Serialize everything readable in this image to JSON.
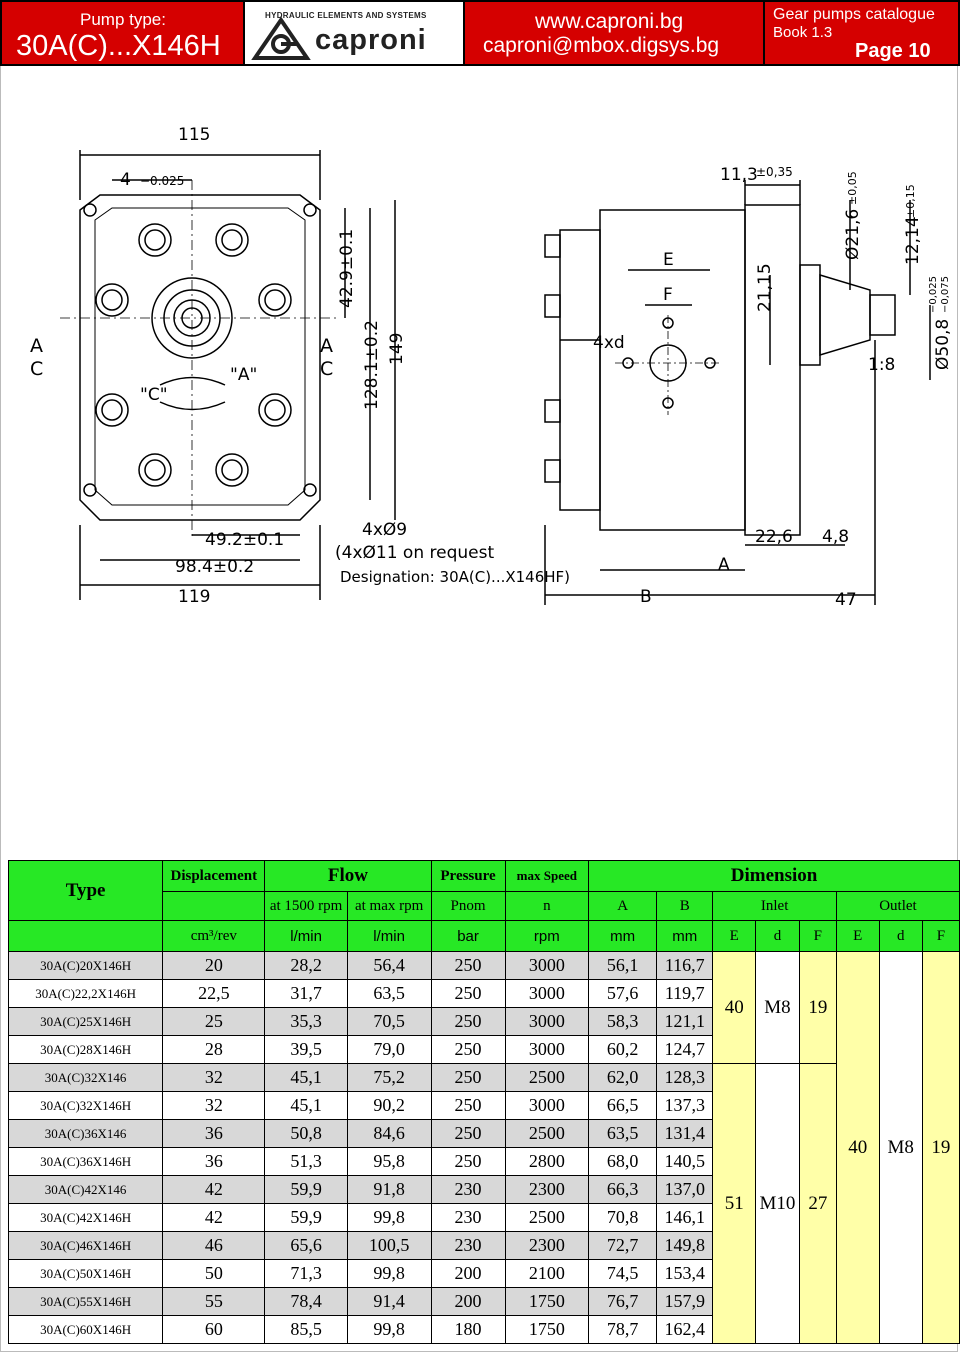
{
  "header": {
    "pump_type_label": "Pump type:",
    "pump_type": "30A(C)...X146H",
    "brand_tagline": "HYDRAULIC ELEMENTS AND SYSTEMS",
    "brand": "caproni",
    "website": "www.caproni.bg",
    "email": "caproni@mbox.digsys.bg",
    "catalogue": "Gear pumps catalogue",
    "book": "Book 1.3",
    "page": "Page 10"
  },
  "drawing": {
    "front_dims": {
      "top_width": "115",
      "top_offset": "4",
      "top_offset_tol": "−0.025",
      "h1": "42.9±0.1",
      "h2": "128.1±0.2",
      "h3": "149",
      "w1": "49.2±0.1",
      "w2": "98.4±0.2",
      "w3": "119",
      "holes": "4xØ9",
      "holes_note": "(4xØ11 on request",
      "designation": "Designation: 30A(C)...X146HF)",
      "rot_c": "\"C\"",
      "rot_a": "\"A\"",
      "port_a": "A",
      "port_c": "C"
    },
    "side_dims": {
      "d1": "11,3",
      "d1_tol": "±0,35",
      "d2": "Ø21,6",
      "d2_tol": "±0,05",
      "d3": "12,14",
      "d3_tol": "±0,15",
      "d4": "Ø50,8",
      "d4_tol_up": "−0,025",
      "d4_tol_dn": "−0,075",
      "d5": "21,15",
      "taper": "1:8",
      "e": "E",
      "f": "F",
      "xd": "4xd",
      "a": "A",
      "b": "B",
      "w226": "22,6",
      "w48": "4,8",
      "w47": "47"
    }
  },
  "table": {
    "h": {
      "type": "Type",
      "displacement": "Displacement",
      "flow": "Flow",
      "pressure": "Pressure",
      "max_speed": "max Speed",
      "dimension": "Dimension",
      "at_1500": "at 1500 rpm",
      "at_max": "at max rpm",
      "p_nom": "Pnom",
      "n": "n",
      "a": "A",
      "b": "B",
      "inlet": "Inlet",
      "outlet": "Outlet",
      "u_disp": "cm³/rev",
      "u_flow1": "l/min",
      "u_flow2": "l/min",
      "u_bar": "bar",
      "u_rpm": "rpm",
      "u_mm1": "mm",
      "u_mm2": "mm",
      "e1": "E",
      "d1": "d",
      "f1": "F",
      "e2": "E",
      "d2": "d",
      "f2": "F"
    },
    "rows": [
      {
        "type": "30A(C)20X146H",
        "disp": "20",
        "q1": "28,2",
        "q2": "56,4",
        "p": "250",
        "n": "3000",
        "a": "56,1",
        "b": "116,7"
      },
      {
        "type": "30A(C)22,2X146H",
        "disp": "22,5",
        "q1": "31,7",
        "q2": "63,5",
        "p": "250",
        "n": "3000",
        "a": "57,6",
        "b": "119,7"
      },
      {
        "type": "30A(C)25X146H",
        "disp": "25",
        "q1": "35,3",
        "q2": "70,5",
        "p": "250",
        "n": "3000",
        "a": "58,3",
        "b": "121,1"
      },
      {
        "type": "30A(C)28X146H",
        "disp": "28",
        "q1": "39,5",
        "q2": "79,0",
        "p": "250",
        "n": "3000",
        "a": "60,2",
        "b": "124,7"
      },
      {
        "type": "30A(C)32X146",
        "disp": "32",
        "q1": "45,1",
        "q2": "75,2",
        "p": "250",
        "n": "2500",
        "a": "62,0",
        "b": "128,3"
      },
      {
        "type": "30A(C)32X146H",
        "disp": "32",
        "q1": "45,1",
        "q2": "90,2",
        "p": "250",
        "n": "3000",
        "a": "66,5",
        "b": "137,3"
      },
      {
        "type": "30A(C)36X146",
        "disp": "36",
        "q1": "50,8",
        "q2": "84,6",
        "p": "250",
        "n": "2500",
        "a": "63,5",
        "b": "131,4"
      },
      {
        "type": "30A(C)36X146H",
        "disp": "36",
        "q1": "51,3",
        "q2": "95,8",
        "p": "250",
        "n": "2800",
        "a": "68,0",
        "b": "140,5"
      },
      {
        "type": "30A(C)42X146",
        "disp": "42",
        "q1": "59,9",
        "q2": "91,8",
        "p": "230",
        "n": "2300",
        "a": "66,3",
        "b": "137,0"
      },
      {
        "type": "30A(C)42X146H",
        "disp": "42",
        "q1": "59,9",
        "q2": "99,8",
        "p": "230",
        "n": "2500",
        "a": "70,8",
        "b": "146,1"
      },
      {
        "type": "30A(C)46X146H",
        "disp": "46",
        "q1": "65,6",
        "q2": "100,5",
        "p": "230",
        "n": "2300",
        "a": "72,7",
        "b": "149,8"
      },
      {
        "type": "30A(C)50X146H",
        "disp": "50",
        "q1": "71,3",
        "q2": "99,8",
        "p": "200",
        "n": "2100",
        "a": "74,5",
        "b": "153,4"
      },
      {
        "type": "30A(C)55X146H",
        "disp": "55",
        "q1": "78,4",
        "q2": "91,4",
        "p": "200",
        "n": "1750",
        "a": "76,7",
        "b": "157,9"
      },
      {
        "type": "30A(C)60X146H",
        "disp": "60",
        "q1": "85,5",
        "q2": "99,8",
        "p": "180",
        "n": "1750",
        "a": "78,7",
        "b": "162,4"
      }
    ],
    "inlet_group1": {
      "e": "40",
      "d": "M8",
      "f": "19"
    },
    "inlet_group2": {
      "e": "51",
      "d": "M10",
      "f": "27"
    },
    "outlet": {
      "e": "40",
      "d": "M8",
      "f": "19"
    }
  }
}
